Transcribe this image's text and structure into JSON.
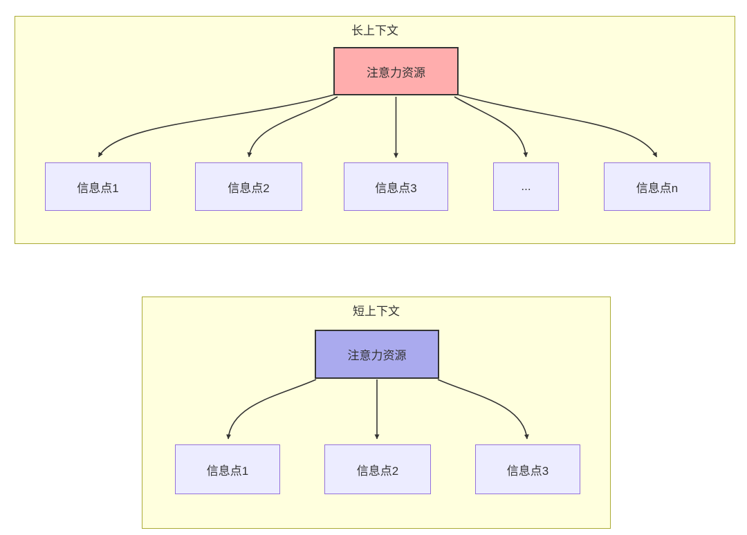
{
  "colors": {
    "page_bg": "#ffffff",
    "cluster_fill": "#ffffde",
    "cluster_border": "#aaaa33",
    "node_fill": "#ececff",
    "node_border": "#9370db",
    "attention_long_fill": "#ffadad",
    "attention_short_fill": "#aaaaee",
    "attention_border": "#333333",
    "edge_color": "#333333",
    "text_color": "#333333"
  },
  "long_context": {
    "title": "长上下文",
    "attention_node": "注意力资源",
    "info_nodes": [
      "信息点1",
      "信息点2",
      "信息点3",
      "...",
      "信息点n"
    ]
  },
  "short_context": {
    "title": "短上下文",
    "attention_node": "注意力资源",
    "info_nodes": [
      "信息点1",
      "信息点2",
      "信息点3"
    ]
  }
}
